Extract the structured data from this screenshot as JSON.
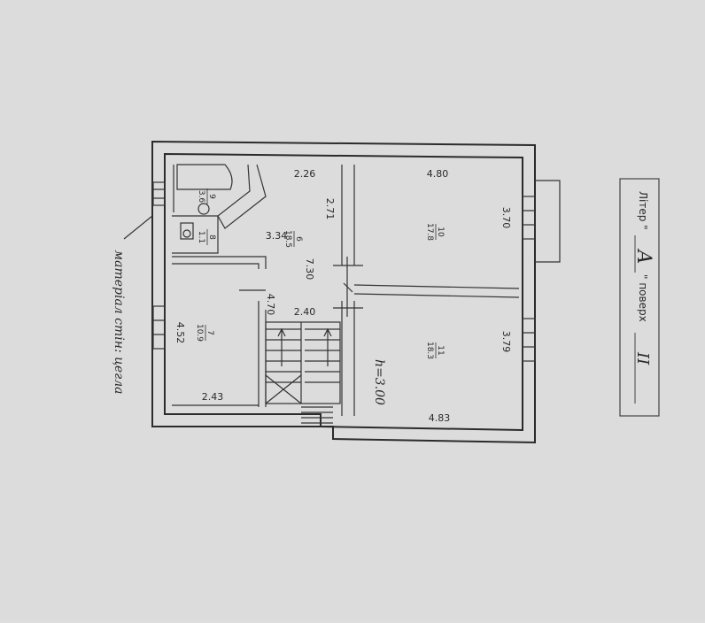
{
  "plan": {
    "rooms": [
      {
        "number": "6",
        "area": "18.5"
      },
      {
        "number": "7",
        "area": "10.9"
      },
      {
        "number": "8",
        "area": "1.1"
      },
      {
        "number": "9",
        "area": "3.6"
      },
      {
        "number": "10",
        "area": "17.8"
      },
      {
        "number": "11",
        "area": "18.3"
      }
    ],
    "dimensions": {
      "d_2_26": "2.26",
      "d_2_71": "2.71",
      "d_3_34": "3.34",
      "d_7_30": "7.30",
      "d_4_70": "4.70",
      "d_2_40": "2.40",
      "d_4_52": "4.52",
      "d_2_43": "2.43",
      "d_4_80": "4.80",
      "d_3_70": "3.70",
      "d_3_79": "3.79",
      "d_4_83": "4.83"
    },
    "height_note": "h=3.00",
    "wall_material": "матеріал стін: цегла"
  },
  "stamp": {
    "liter_label": "Літер \"",
    "liter_value": "А",
    "floor_label": "\" поверх",
    "floor_value": "II"
  }
}
